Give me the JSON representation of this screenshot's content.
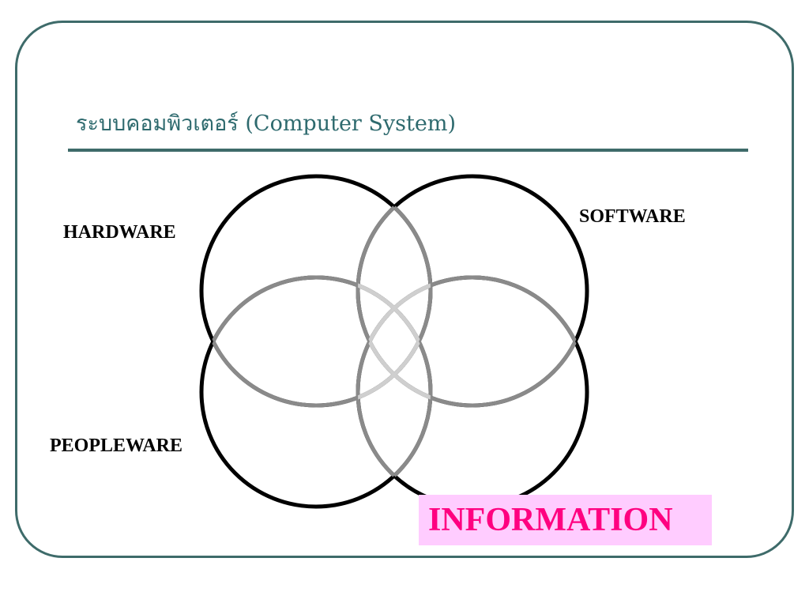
{
  "title": "ระบบคอมพิวเตอร์ (Computer System)",
  "labels": {
    "hardware": "HARDWARE",
    "software": "SOFTWARE",
    "peopleware": "PEOPLEWARE",
    "information": "INFORMATION"
  },
  "colors": {
    "frame": "#3e6b6a",
    "title": "#2e6a6e",
    "circle_outline": "#000000",
    "overlap_stroke": "#8a8a8a",
    "center_overlap": "#cfcfcf",
    "info_background": "#ffccff",
    "info_text": "#ff0080"
  }
}
